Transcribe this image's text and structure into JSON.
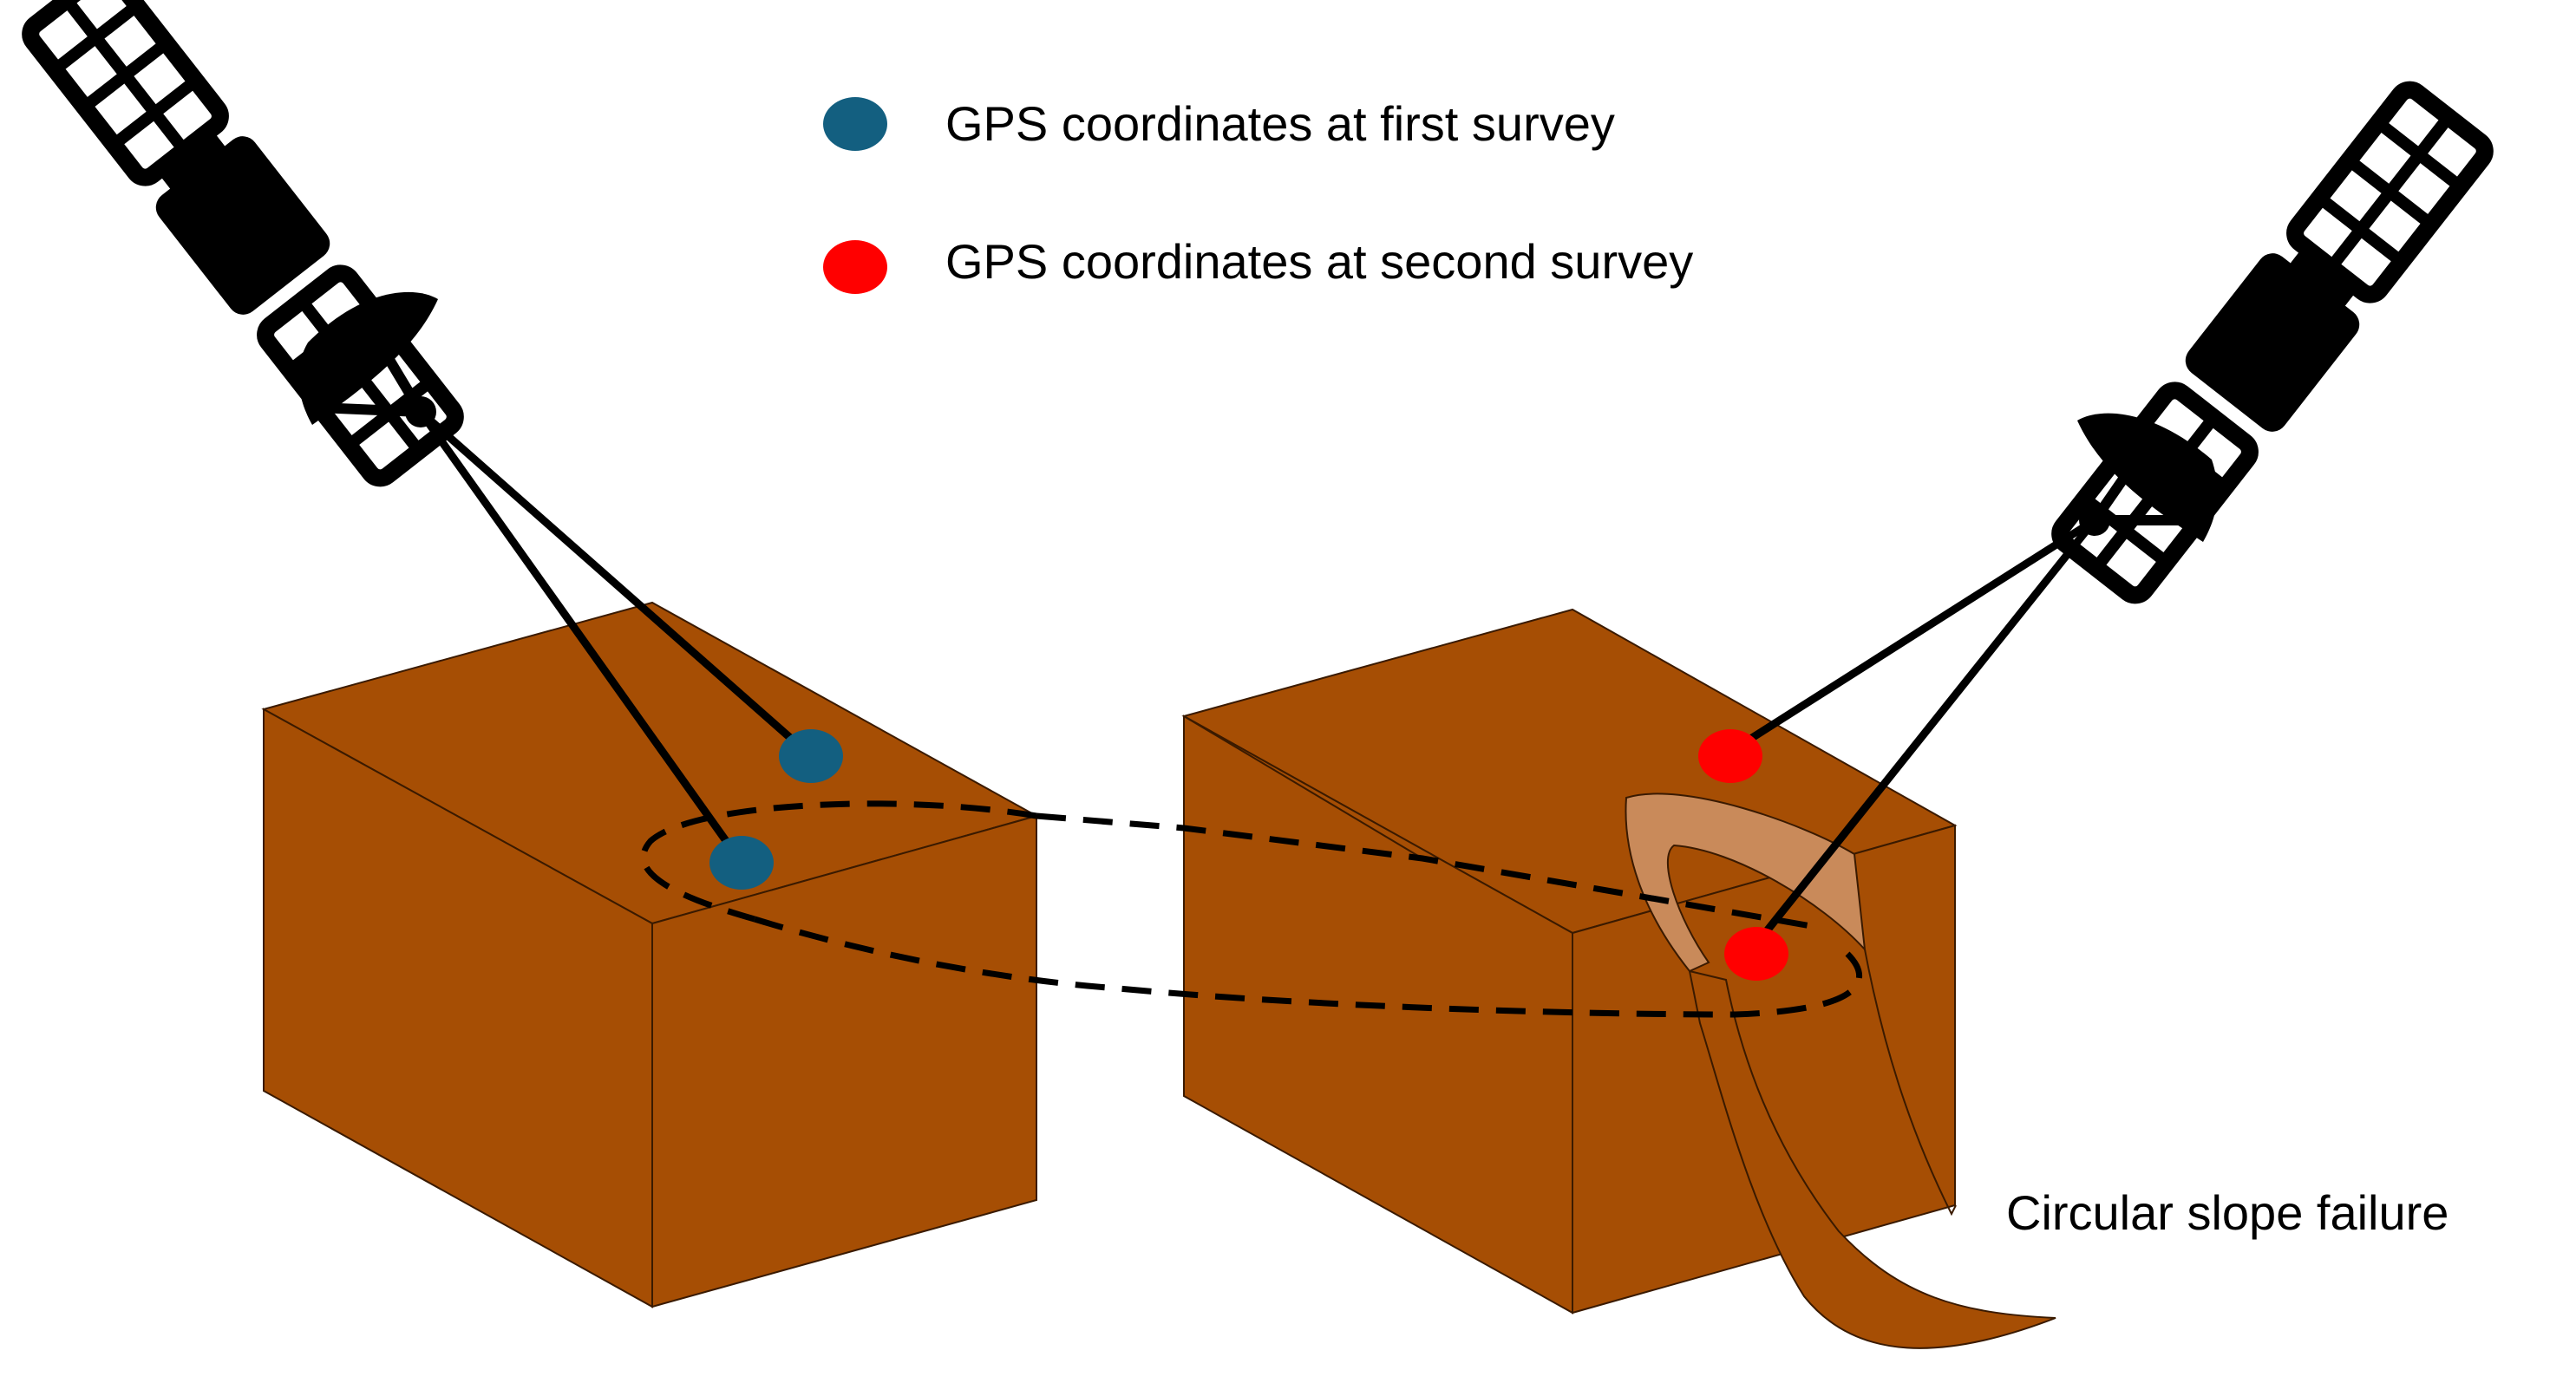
{
  "legend": {
    "items": [
      {
        "label": "GPS coordinates at first survey",
        "color": "#135f80"
      },
      {
        "label": "GPS coordinates at second survey",
        "color": "#ff0000"
      }
    ]
  },
  "annotation": {
    "slope_failure_label": "Circular slope failure"
  },
  "colors": {
    "ground_top": "#a64e04",
    "ground_side": "#a64e04",
    "failure_scar": "#c98a5a",
    "satellite": "#000000",
    "first_survey_point": "#135f80",
    "second_survey_point": "#ff0000"
  },
  "icons": {
    "satellite": "satellite-icon"
  }
}
